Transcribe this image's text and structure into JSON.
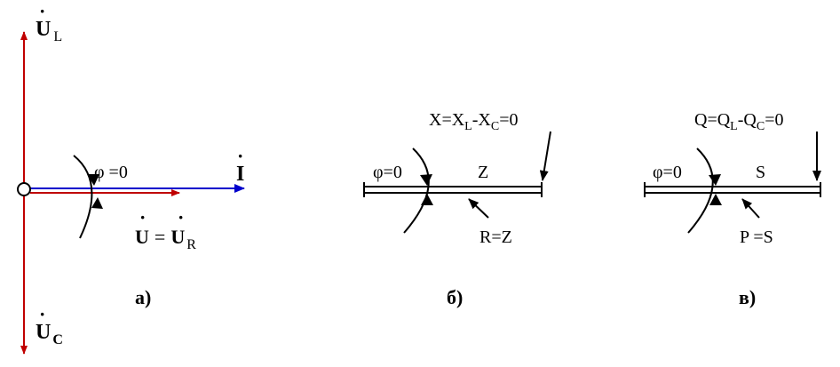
{
  "colors": {
    "red": "#c00000",
    "blue": "#0000cc",
    "black": "#000000"
  },
  "diagram_a": {
    "ul_main": "U",
    "ul_sub": "L",
    "uc_main": "U",
    "uc_sub": "C",
    "i_label": "I",
    "phi": "φ =0",
    "eq_u": "U",
    "eq_sign": "=",
    "eq_ur_main": "U",
    "eq_ur_sub": "R",
    "caption": "а)"
  },
  "diagram_b": {
    "x_p1": "X=X",
    "x_s1": "L",
    "x_p2": "-X",
    "x_s2": "C",
    "x_p3": "=0",
    "phi": "φ=0",
    "z": "Z",
    "rz": "R=Z",
    "caption": "б)"
  },
  "diagram_c": {
    "q_p1": "Q=Q",
    "q_s1": "L",
    "q_p2": "-Q",
    "q_s2": "C",
    "q_p3": "=0",
    "phi": "φ=0",
    "s": "S",
    "ps": "P =S",
    "caption": "в)"
  }
}
